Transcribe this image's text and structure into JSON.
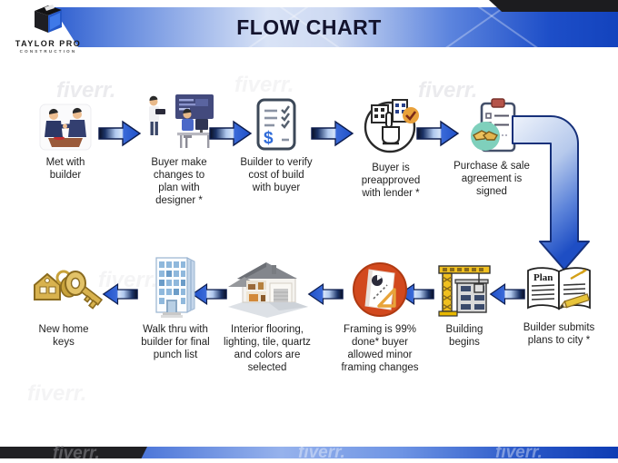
{
  "header": {
    "title": "FLOW CHART",
    "logo_line1": "TAYLOR PRO",
    "logo_line2": "CONSTRUCTION"
  },
  "watermark": "fiverr.",
  "icon_text": {
    "plan": "Plan",
    "dollar": "$"
  },
  "steps": [
    {
      "label": "Met with builder",
      "icon": "meeting-handshake"
    },
    {
      "label": "Buyer make changes to plan with designer *",
      "icon": "designers-working"
    },
    {
      "label": "Builder to verify cost of build with buyer",
      "icon": "cost-checklist"
    },
    {
      "label": "Buyer is preapproved with lender *",
      "icon": "preapproval-hand"
    },
    {
      "label": "Purchase & sale agreement is signed",
      "icon": "agreement-handshake"
    },
    {
      "label": "Builder submits plans to city *",
      "icon": "plan-book"
    },
    {
      "label": "Building begins",
      "icon": "construction-crane"
    },
    {
      "label": "Framing is 99% done* buyer allowed minor framing changes",
      "icon": "framing-tools"
    },
    {
      "label": "Interior flooring, lighting, tile, quartz and colors are selected",
      "icon": "house-interior"
    },
    {
      "label": "Walk thru with builder for final punch list",
      "icon": "office-building"
    },
    {
      "label": "New home keys",
      "icon": "house-keys"
    }
  ],
  "colors": {
    "banner_blue": "#1d4ec8",
    "arrow_blue": "#2050cc",
    "arrow_dark": "#0a0f24",
    "accent_orange": "#d2491e",
    "accent_teal": "#7fd0bc",
    "gold": "#d8b24e"
  }
}
